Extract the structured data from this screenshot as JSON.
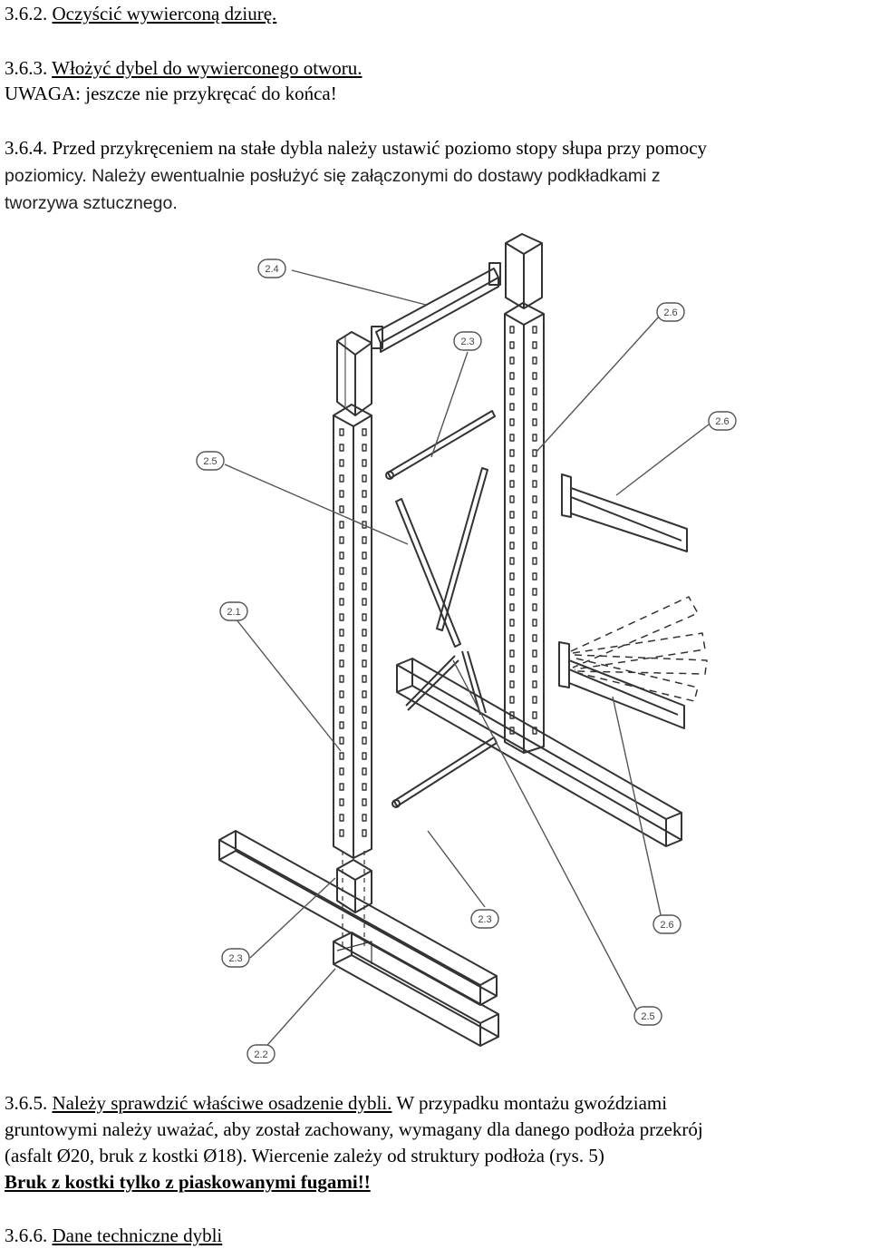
{
  "steps": {
    "s362": {
      "num": "3.6.2.",
      "text": "Oczyścić wywierconą dziurę."
    },
    "s363": {
      "num": "3.6.3.",
      "text": "Włożyć dybel do wywierconego otworu.",
      "note": "UWAGA: jeszcze nie przykręcać do końca!"
    },
    "s364": {
      "line1_num": "3.6.4.",
      "line1": "Przed przykręceniem na stałe dybla należy ustawić poziomo stopy słupa przy pomocy",
      "line2a": "poziomicy.",
      "line2b": "Należy ewentualnie posłużyć się załączonymi do dostawy podkładkami z",
      "line3": "tworzywa sztucznego."
    },
    "s365": {
      "num": "3.6.5.",
      "link": "Należy sprawdzić właściwe osadzenie dybli.",
      "line1_rest": "W przypadku montażu gwoździami",
      "line2": "gruntowymi należy uważać, aby został zachowany, wymagany dla danego podłoża przekrój",
      "line3": "(asfalt  Ø20, bruk z kostki Ø18). Wiercenie zależy od struktury podłoża (rys. 5)",
      "warning": "Bruk z kostki tylko z piaskowanymi fugami!!"
    },
    "s366": {
      "num": "3.6.6.",
      "text": "Dane techniczne dybli"
    }
  },
  "diagram": {
    "callouts": [
      "2.4",
      "2.3",
      "2.6",
      "2.6",
      "2.5",
      "2.1",
      "2.3",
      "2.6",
      "2.3",
      "2.5",
      "2.2"
    ]
  }
}
